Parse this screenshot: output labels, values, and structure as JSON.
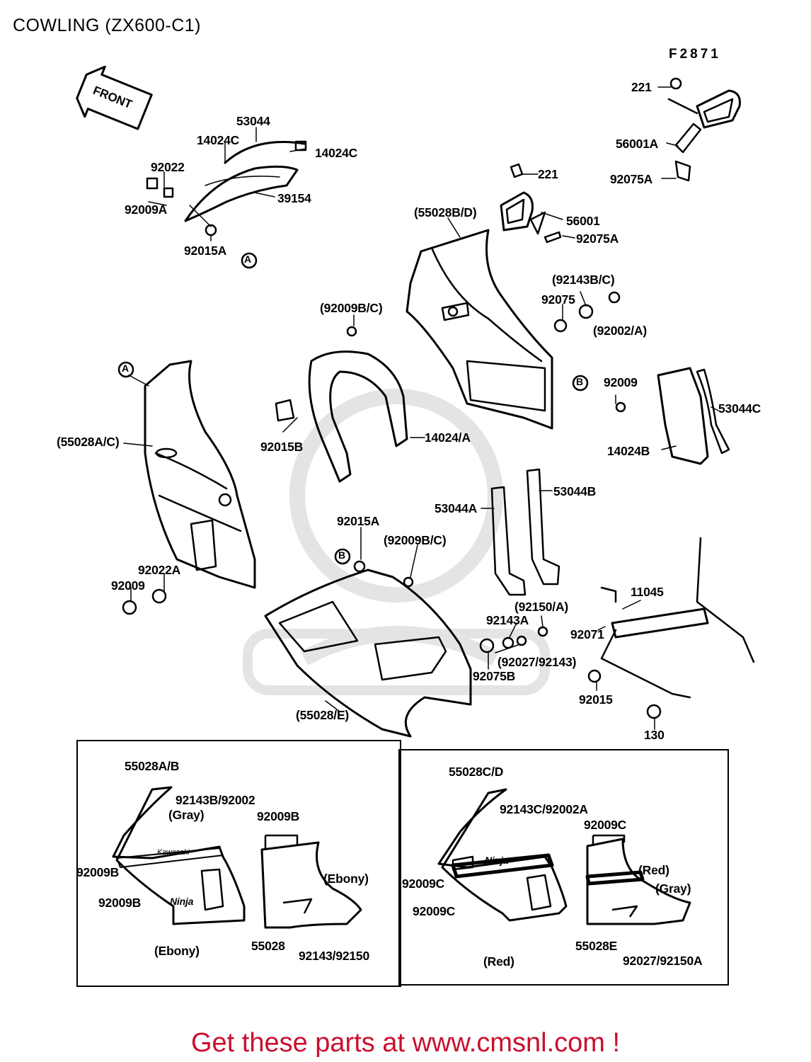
{
  "page": {
    "title": "COWLING (ZX600-C1)",
    "diagram_code": "F2871"
  },
  "front_arrow": {
    "label": "FRONT"
  },
  "callouts": {
    "c_221_top": "221",
    "c_56001A": "56001A",
    "c_92075A_top": "92075A",
    "c_221_mid": "221",
    "c_56001": "56001",
    "c_92075A_mid": "92075A",
    "c_53044": "53044",
    "c_14024C_l": "14024C",
    "c_14024C_r": "14024C",
    "c_92022": "92022",
    "c_39154": "39154",
    "c_92009A": "92009A",
    "c_92015A_top": "92015A",
    "c_55028BD": "(55028B/D)",
    "c_92143BC": "(92143B/C)",
    "c_92075": "92075",
    "c_92002A": "(92002/A)",
    "c_92009BC_top": "(92009B/C)",
    "c_92009_r": "92009",
    "c_53044C": "53044C",
    "c_14024B": "14024B",
    "c_55028AC": "(55028A/C)",
    "c_92015B": "92015B",
    "c_14024A": "14024/A",
    "c_53044B": "53044B",
    "c_53044A": "53044A",
    "c_92015A_mid": "92015A",
    "c_92009BC_mid": "(92009B/C)",
    "c_92022A": "92022A",
    "c_92009_l": "92009",
    "c_92150A": "(92150/A)",
    "c_92143A": "92143A",
    "c_11045": "11045",
    "c_92071": "92071",
    "c_92027_92143": "(92027/92143)",
    "c_92075B": "92075B",
    "c_92015": "92015",
    "c_55028E_p": "(55028/E)",
    "c_130": "130"
  },
  "ref_markers": {
    "a": "A",
    "b": "B"
  },
  "variant_left": {
    "part": "55028A/B",
    "hw": "92143B/92002",
    "gray": "(Gray)",
    "b1": "92009B",
    "b2": "92009B",
    "b3": "92009B",
    "ebony_upper": "(Ebony)",
    "ebony_lower": "(Ebony)",
    "lower_part": "55028",
    "lower_hw": "92143/92150",
    "brand": "Kawasaki",
    "model": "Ninja"
  },
  "variant_right": {
    "part": "55028C/D",
    "hw": "92143C/92002A",
    "c1": "92009C",
    "c2": "92009C",
    "c3": "92009C",
    "red_upper": "(Red)",
    "gray": "(Gray)",
    "red_lower": "(Red)",
    "lower_part": "55028E",
    "lower_hw": "92027/92150A",
    "model": "Ninja"
  },
  "footer": {
    "text": "Get these parts at www.cmsnl.com !"
  },
  "colors": {
    "ink": "#000000",
    "footer": "#c8102e",
    "watermark": "#e6e6e6",
    "paper": "#ffffff"
  }
}
